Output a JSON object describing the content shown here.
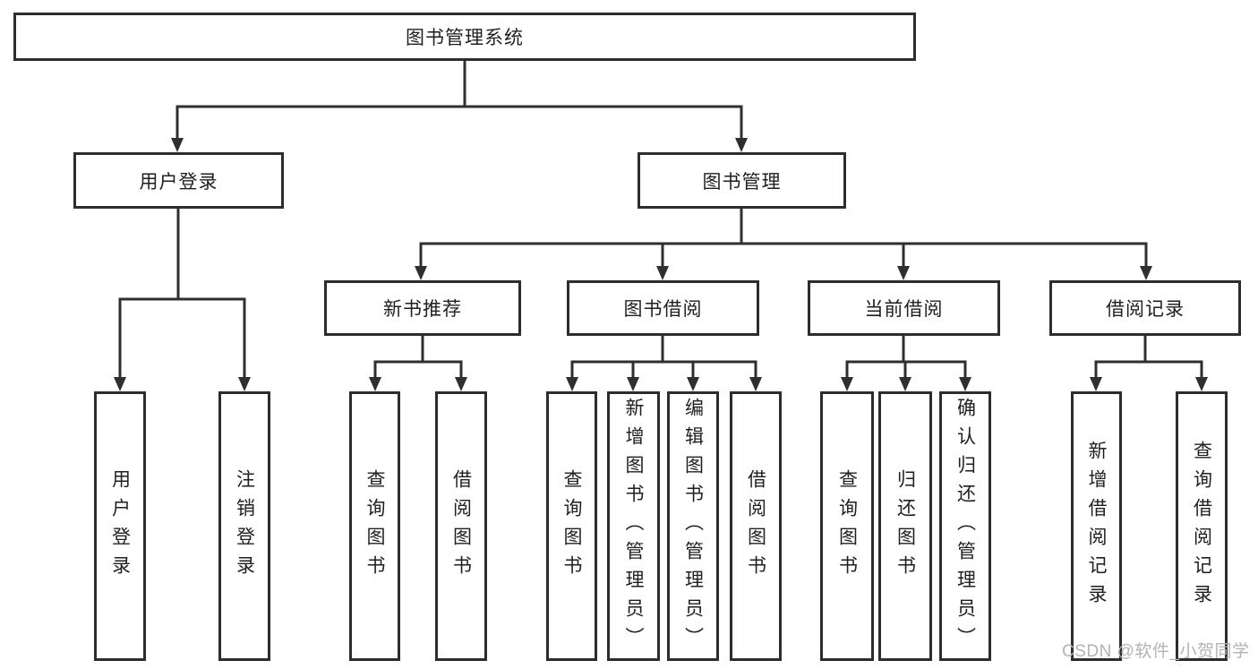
{
  "tree": {
    "root": {
      "label": "图书管理系统"
    },
    "branches": [
      {
        "label": "用户登录",
        "children": [
          {
            "label": "用户登录"
          },
          {
            "label": "注销登录"
          }
        ]
      },
      {
        "label": "图书管理",
        "groups": [
          {
            "label": "新书推荐",
            "children": [
              {
                "label": "查询图书"
              },
              {
                "label": "借阅图书"
              }
            ]
          },
          {
            "label": "图书借阅",
            "children": [
              {
                "label": "查询图书"
              },
              {
                "label": "新增图书（管理员）"
              },
              {
                "label": "编辑图书（管理员）"
              },
              {
                "label": "借阅图书"
              }
            ]
          },
          {
            "label": "当前借阅",
            "children": [
              {
                "label": "查询图书"
              },
              {
                "label": "归还图书"
              },
              {
                "label": "确认归还（管理员）"
              }
            ]
          },
          {
            "label": "借阅记录",
            "children": [
              {
                "label": "新增借阅记录"
              },
              {
                "label": "查询借阅记录"
              }
            ]
          }
        ]
      }
    ]
  },
  "watermark": {
    "text": "CSDN @软件_小贺同学",
    "color": "#b3b3b3"
  },
  "colors": {
    "line": "#2f2f2f",
    "box_border": "#2d2d2d",
    "text": "#1f1f1f",
    "background": "#ffffff"
  }
}
